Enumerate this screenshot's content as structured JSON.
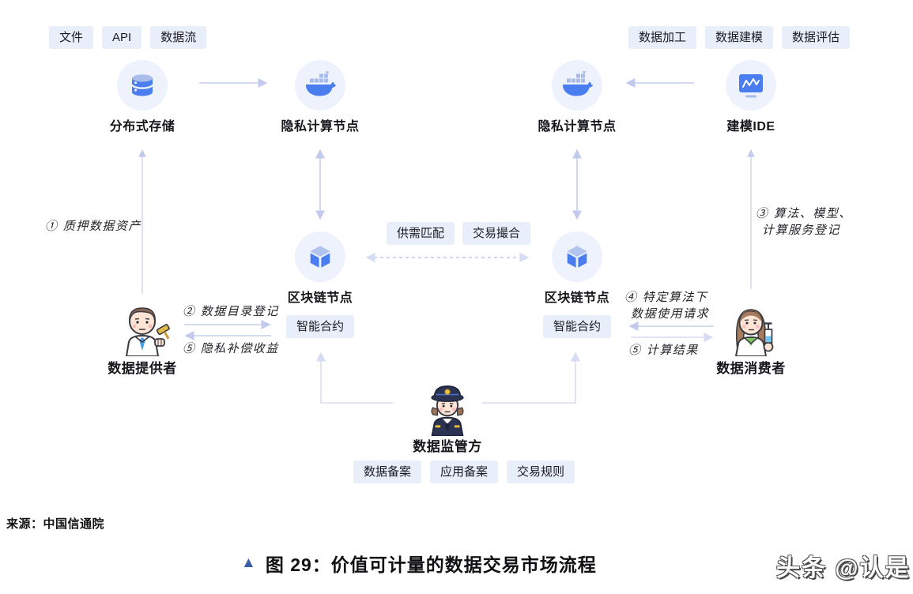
{
  "colors": {
    "accent_blue": "#4a7df0",
    "light_blue": "#a9bbe8",
    "icon_circle_bg": "#edf2fd",
    "tag_bg": "#e9eefb",
    "arrow": "#c5cdec",
    "caption_triangle": "#3b5ea9"
  },
  "top_left_tags": [
    "文件",
    "API",
    "数据流"
  ],
  "top_right_tags": [
    "数据加工",
    "数据建模",
    "数据评估"
  ],
  "nodes": {
    "storage": {
      "label": "分布式存储",
      "icon": "database-icon"
    },
    "privacy_left": {
      "label": "隐私计算节点",
      "icon": "docker-whale-icon"
    },
    "privacy_right": {
      "label": "隐私计算节点",
      "icon": "docker-whale-icon"
    },
    "ide": {
      "label": "建模IDE",
      "icon": "monitor-chart-icon"
    },
    "blockchain_left": {
      "label": "区块链节点",
      "tag": "智能合约",
      "icon": "cube-icon"
    },
    "blockchain_right": {
      "label": "区块链节点",
      "tag": "智能合约",
      "icon": "cube-icon"
    }
  },
  "middle_tags": [
    "供需匹配",
    "交易撮合"
  ],
  "actors": {
    "provider": {
      "label": "数据提供者"
    },
    "consumer": {
      "label": "数据消费者"
    },
    "regulator": {
      "label": "数据监管方"
    }
  },
  "regulator_tags": [
    "数据备案",
    "应用备案",
    "交易规则"
  ],
  "annotations": {
    "a1": "① 质押数据资产",
    "a2": "② 数据目录登记",
    "a5_left": "⑤ 隐私补偿收益",
    "a3_line1": "③ 算法、模型、",
    "a3_line2": "计算服务登记",
    "a4_line1": "④ 特定算法下",
    "a4_line2": "数据使用请求",
    "a5_right": "⑤ 计算结果"
  },
  "footer": {
    "source": "来源：中国信通院",
    "caption_marker": "▲",
    "caption": "图 29：价值可计量的数据交易市场流程",
    "watermark": "头条 @认是"
  }
}
